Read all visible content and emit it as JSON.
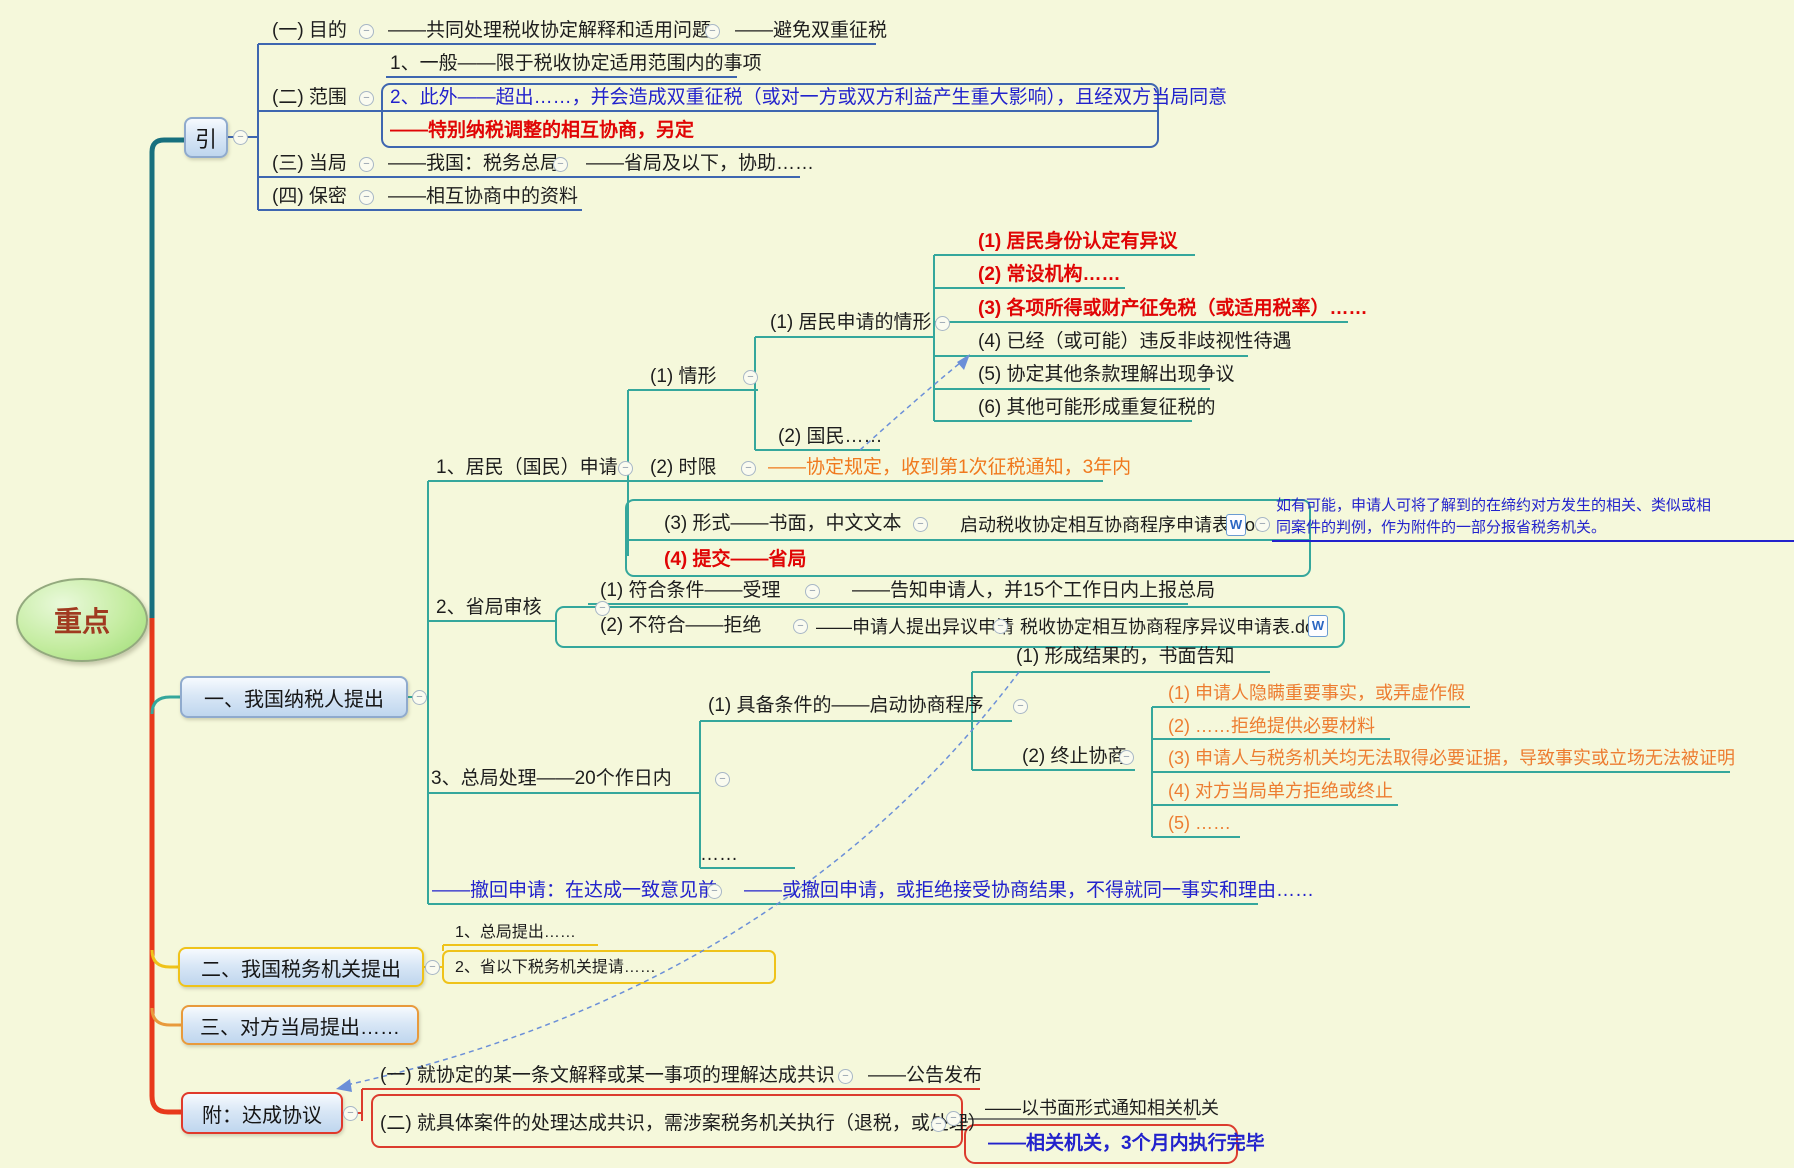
{
  "mindmap": {
    "root": "重点",
    "icons": {
      "collapse": "−",
      "word_doc": "W"
    },
    "colors": {
      "background": "#F5F8DB",
      "branch_intro": "#3E66B0",
      "branch_taxpayer": "#35A79C",
      "branch_tax_authority": "#EFC31A",
      "branch_counterpart": "#E89A3C",
      "branch_agreement": "#DC3C2E",
      "trunk_top": "#17707E",
      "trunk_bottom": "#E8391B",
      "highlight_red": "#E00505",
      "highlight_blue": "#2222CC",
      "highlight_orange": "#ED7D31",
      "relation_line": "#6B8FD8"
    },
    "intro": {
      "title": "引",
      "purpose_label": "(一) 目的",
      "purpose_text": "——共同处理税收协定解释和适用问题",
      "purpose_result": "——避免双重征税",
      "scope_label": "(二) 范围",
      "scope_general": "1、一般——限于税收协定适用范围内的事项",
      "scope_beyond": "2、此外——超出……，并会造成双重征税（或对一方或双方利益产生重大影响），且经双方当局同意",
      "scope_special": "——特别纳税调整的相互协商，另定",
      "authority_label": "(三) 当局",
      "authority_text": "——我国：税务总局",
      "authority_assist": "——省局及以下，协助……",
      "secrecy_label": "(四) 保密",
      "secrecy_text": "——相互协商中的资料"
    },
    "taxpayer": {
      "title": "一、我国纳税人提出",
      "apply_label": "1、居民（国民）申请",
      "situation_label": "(1) 情形",
      "resident_label": "(1) 居民申请的情形",
      "resident_items": [
        "(1) 居民身份认定有异议",
        "(2) 常设机构……",
        "(3) 各项所得或财产征免税（或适用税率）……",
        "(4) 已经（或可能）违反非歧视性待遇",
        "(5) 协定其他条款理解出现争议",
        "(6) 其他可能形成重复征税的"
      ],
      "national_label": "(2) 国民……",
      "deadline_label": "(2) 时限",
      "deadline_text": "——协定规定，收到第1次征税通知，3年内",
      "form_label": "(3) 形式——书面，中文文本",
      "form_doc": "启动税收协定相互协商程序申请表.doc",
      "submit_label": "(4) 提交——省局",
      "note_line1": "如有可能，申请人可将了解到的在缔约对方发生的相关、类似或相",
      "note_line2": "同案件的判例，作为附件的一部分报省税务机关。",
      "review_label": "2、省局审核",
      "review_accept": "(1) 符合条件——受理",
      "review_accept_text": "——告知申请人，并15个工作日内上报总局",
      "review_reject": "(2) 不符合——拒绝",
      "review_reject_text": "——申请人提出异议申请",
      "review_reject_doc": "税收协定相互协商程序异议申请表.doc",
      "handle_label": "3、总局处理——20个作日内",
      "handle_start": "(1) 具备条件的——启动协商程序",
      "handle_result": "(1) 形成结果的，书面告知",
      "handle_terminate": "(2) 终止协商",
      "terminate_items": [
        "(1) 申请人隐瞒重要事实，或弄虚作假",
        "(2) ……拒绝提供必要材料",
        "(3) 申请人与税务机关均无法取得必要证据，导致事实或立场无法被证明",
        "(4) 对方当局单方拒绝或终止",
        "(5) ……"
      ],
      "ellipsis": "……",
      "withdraw_label": "——撤回申请：在达成一致意见前",
      "withdraw_text": "——或撤回申请，或拒绝接受协商结果，不得就同一事实和理由……"
    },
    "tax_authority": {
      "title": "二、我国税务机关提出",
      "item1": "1、总局提出……",
      "item2": "2、省以下税务机关提请……"
    },
    "counterpart": {
      "title": "三、对方当局提出……"
    },
    "agreement": {
      "title": "附：达成协议",
      "interpret_label": "(一) 就协定的某一条文解释或某一事项的理解达成共识",
      "interpret_result": "——公告发布",
      "case_label": "(二) 就具体案件的处理达成共识，需涉案税务机关执行（退税，或处理）",
      "notify_text": "——以书面形式通知相关机关",
      "execute_text": "——相关机关，3个月内执行完毕"
    }
  }
}
